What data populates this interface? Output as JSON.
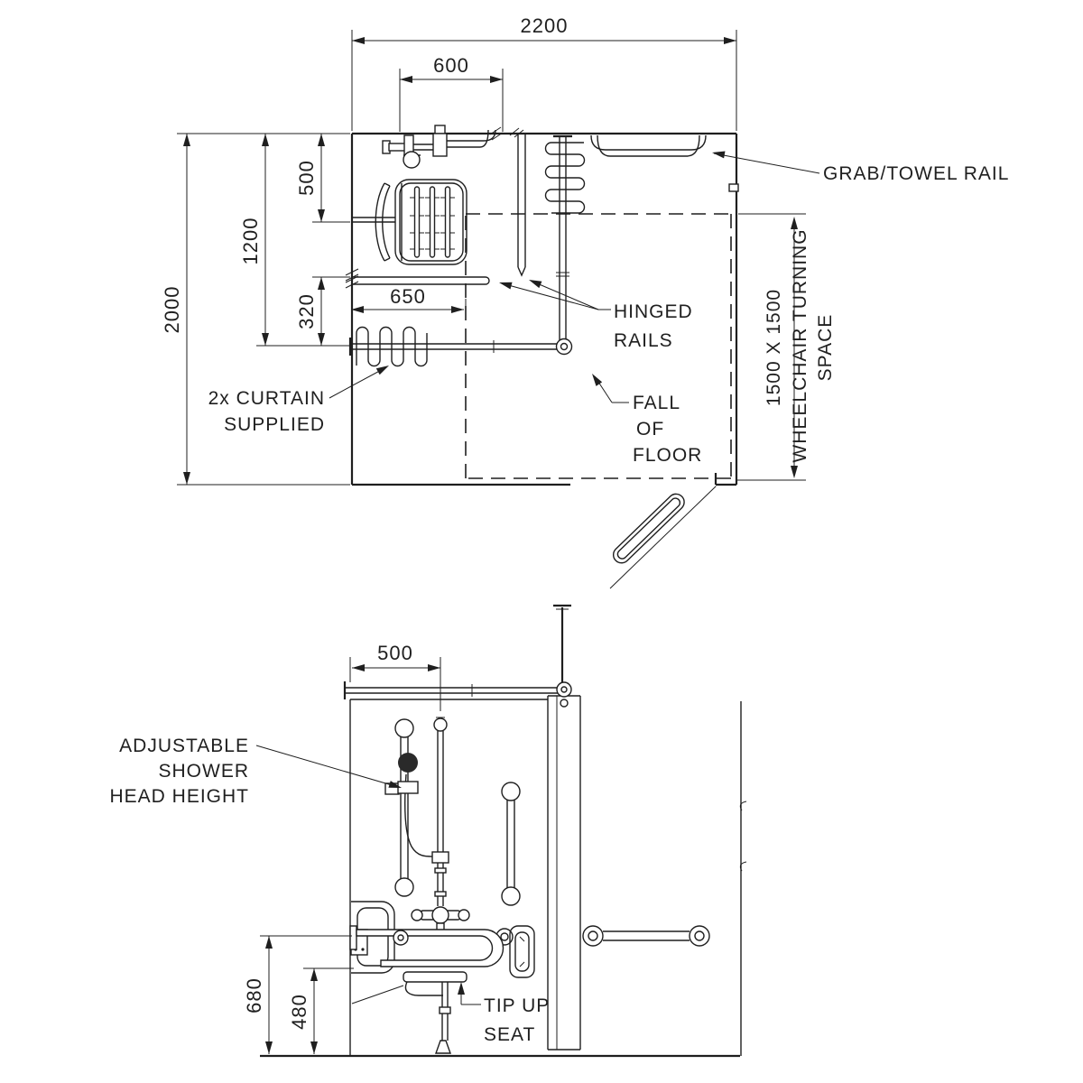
{
  "colors": {
    "line": "#1f1f1f",
    "background": "#ffffff"
  },
  "plan": {
    "dims": {
      "width": "2200",
      "shower_offset": "600",
      "depth": "2000",
      "curtain_depth": "1200",
      "seat_depth": "500",
      "seat_to_rail": "320",
      "seat_width": "650",
      "turning_1": "1500 X 1500",
      "turning_2": "WHEELCHAIR TURNING",
      "turning_3": "SPACE"
    },
    "labels": {
      "grab_towel_rail": "GRAB/TOWEL RAIL",
      "hinged_1": "HINGED",
      "hinged_2": "RAILS",
      "curtain_1": "2x CURTAIN",
      "curtain_2": "SUPPLIED",
      "fall_1": "FALL",
      "fall_2": "OF",
      "fall_3": "FLOOR"
    }
  },
  "elevation": {
    "dims": {
      "head_offset": "500",
      "rail_height": "680",
      "seat_height": "480"
    },
    "labels": {
      "adj_1": "ADJUSTABLE",
      "adj_2": "SHOWER",
      "adj_3": "HEAD HEIGHT",
      "tip_1": "TIP UP",
      "tip_2": "SEAT"
    }
  }
}
